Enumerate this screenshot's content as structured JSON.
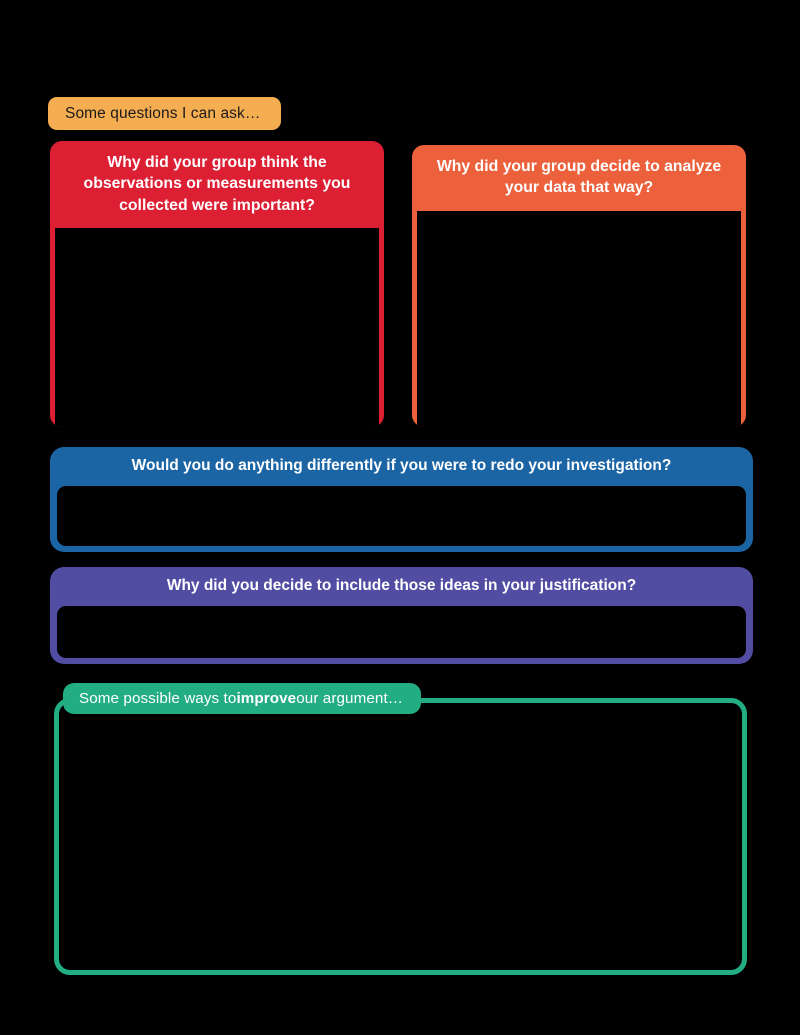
{
  "page": {
    "background": "#000000"
  },
  "intro_label": {
    "text": "Some questions I can ask…",
    "color": "#F5AD51"
  },
  "cards": [
    {
      "id": "why-observations-important",
      "question": "Why did your group think the observations or measurements you collected were important?",
      "color": "#DC1F33",
      "answer": ""
    },
    {
      "id": "why-analyze-that-way",
      "question": "Why did your group decide to analyze your data that way?",
      "color": "#EC603C",
      "answer": ""
    },
    {
      "id": "would-you-redo",
      "question": "Would you do anything differently if you were to redo your investigation?",
      "color": "#1B65A5",
      "answer": ""
    },
    {
      "id": "why-include-ideas",
      "question": "Why did you decide to include those ideas in your justification?",
      "color": "#514DA2",
      "answer": ""
    }
  ],
  "improve_section": {
    "label_prefix": "Some possible ways to ",
    "label_bold": "improve",
    "label_suffix": " our argument…",
    "color": "#22AD82",
    "notes": ""
  }
}
